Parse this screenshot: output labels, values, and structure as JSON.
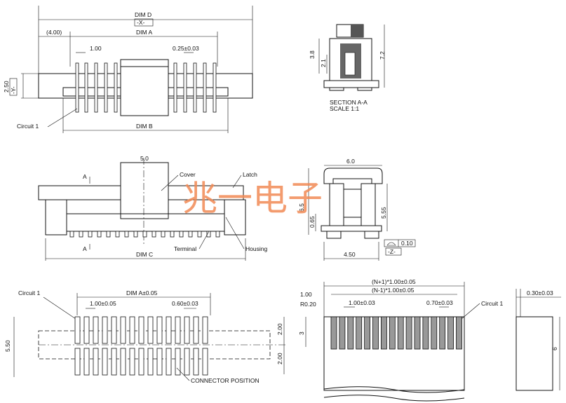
{
  "top_view": {
    "dim_d": "DIM  D",
    "x_datum": "-X-",
    "offset": "(4.00)",
    "dim_a": "DIM  A",
    "pitch": "1.00",
    "pin_width": "0.25±0.03",
    "height": "2.50",
    "y_datum": "-Y-",
    "circuit": "Circuit  1",
    "dim_b": "DIM  B"
  },
  "section": {
    "d1": "3.8",
    "d2": "2.1",
    "d3": "7.2",
    "title": "SECTION  A-A",
    "scale": "SCALE    1:1"
  },
  "front_view": {
    "cover_width": "5.0",
    "cover": "Cover",
    "latch": "Latch",
    "section_mark_top": "A",
    "section_mark_bottom": "A",
    "terminal": "Terminal",
    "housing": "Housing",
    "dim_c": "DIM  C"
  },
  "side_view": {
    "width": "6.0",
    "h1": "6.5",
    "h2": "0.65",
    "h3": "5.55",
    "tolerance": "0.10",
    "z_datum": "-Z-",
    "foot": "4.50"
  },
  "pcb_layout": {
    "circuit": "Circuit  1",
    "dim_a": "DIM  A±0.05",
    "pitch": "1.00±0.05",
    "pad_width": "0.60±0.03",
    "total": "5.50",
    "row1": "2.00",
    "row2": "2.00",
    "connector_position": "CONNECTOR  POSITION"
  },
  "fpc": {
    "n_plus": "(N+1)*1.00±0.05",
    "n_minus": "(N-1)*1.00±0.05",
    "edge": "1.00",
    "radius": "R0.20",
    "pitch": "1.00±0.03",
    "width": "0.70±0.03",
    "circuit": "Circuit  1",
    "length": "3",
    "thickness": "0.30±0.03",
    "tail": "6"
  },
  "watermark": "兆一电子"
}
